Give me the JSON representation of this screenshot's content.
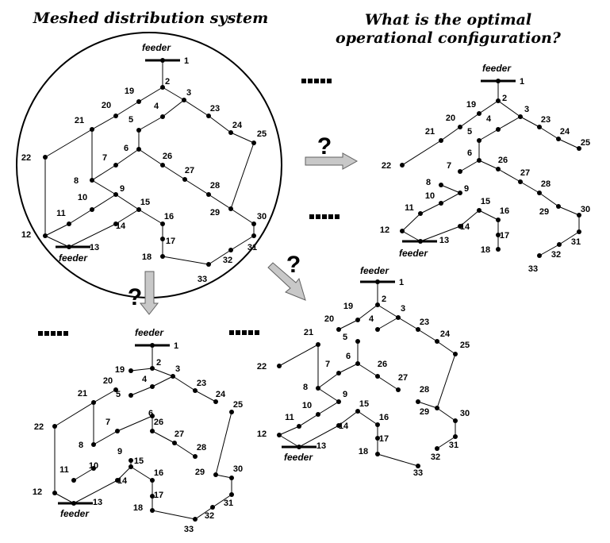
{
  "titles": {
    "meshed": "Meshed distribution system",
    "question": "What is the optimal operational configuration?"
  },
  "labels": {
    "feeder": "feeder",
    "question_mark": "?",
    "ellipsis": "■■■■■"
  },
  "nodes": [
    "1",
    "2",
    "3",
    "4",
    "5",
    "6",
    "7",
    "8",
    "9",
    "10",
    "11",
    "12",
    "13",
    "14",
    "15",
    "16",
    "17",
    "18",
    "19",
    "20",
    "21",
    "22",
    "23",
    "24",
    "25",
    "26",
    "27",
    "28",
    "29",
    "30",
    "31",
    "32",
    "33"
  ],
  "colors": {
    "ink": "#000000",
    "arrow_fill": "#c8c8c8",
    "arrow_stroke": "#606060"
  }
}
